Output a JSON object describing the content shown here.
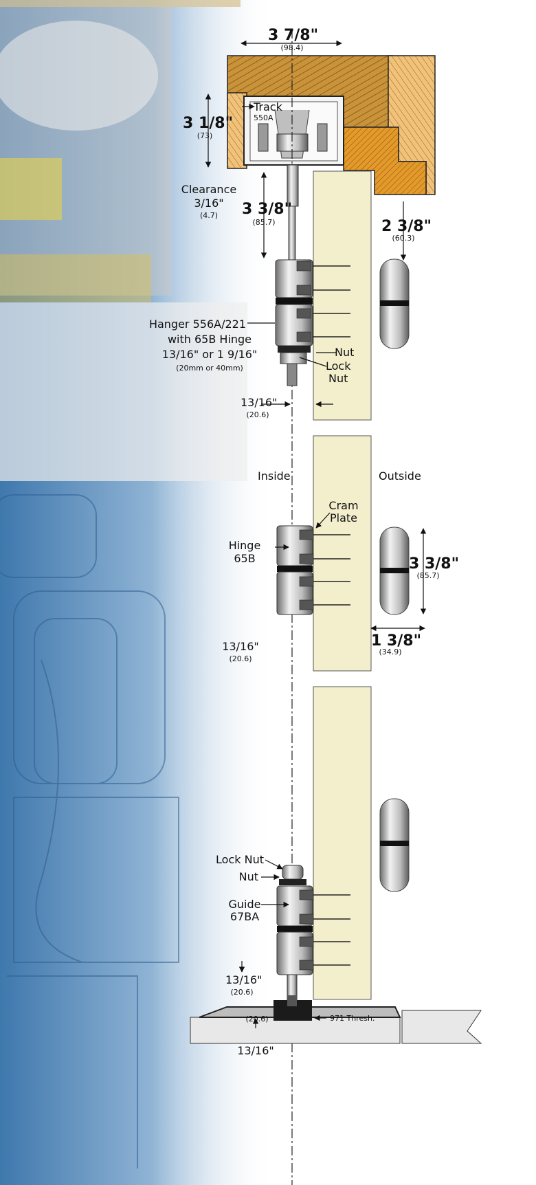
{
  "top": {
    "width_dim": "3 7/8\"",
    "width_mm": "(98.4)",
    "track_label": "Track",
    "track_model": "550A",
    "height_dim": "3 1/8\"",
    "height_mm": "(73)",
    "clearance_label": "Clearance",
    "clearance_dim": "3/16\"",
    "clearance_mm": "(4.7)",
    "drop_dim": "3 3/8\"",
    "drop_mm": "(85.7)",
    "side_dim": "2 3/8\"",
    "side_mm": "(60.3)"
  },
  "hanger": {
    "line1": "Hanger 556A/221",
    "line2": "with 65B Hinge",
    "line3": "13/16\" or 1 9/16\"",
    "line4": "(20mm or 40mm)",
    "nut": "Nut",
    "lock_nut_1": "Lock",
    "lock_nut_2": "Nut",
    "offset_dim": "13/16\"",
    "offset_mm": "(20.6)"
  },
  "middle": {
    "inside": "Inside",
    "outside": "Outside",
    "cram_1": "Cram",
    "cram_2": "Plate",
    "hinge_1": "Hinge",
    "hinge_2": "65B",
    "hinge_height": "3 3/8\"",
    "hinge_height_mm": "(85.7)",
    "hinge_width": "1 3/8\"",
    "hinge_width_mm": "(34.9)",
    "gap_dim": "13/16\"",
    "gap_mm": "(20.6)"
  },
  "bottom": {
    "lock_nut": "Lock Nut",
    "nut": "Nut",
    "guide_1": "Guide",
    "guide_2": "67BA",
    "gap_dim": "13/16\"",
    "gap_mm": "(20.6)",
    "thresh_mm": "(20.6)",
    "thresh_label": "971 Thresh.",
    "bottom_dim": "13/16\""
  }
}
